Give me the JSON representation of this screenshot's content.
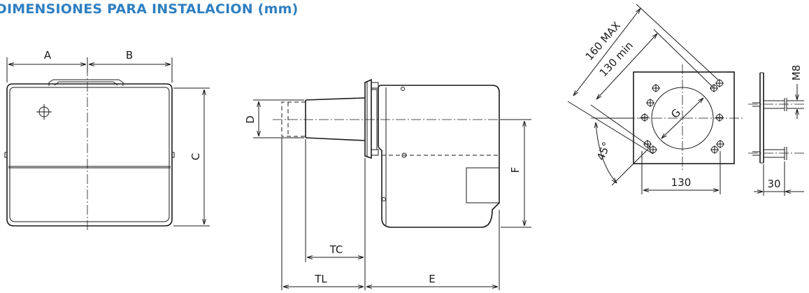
{
  "title": "DIMENSIONES PARA INSTALACION (mm)",
  "labels": {
    "a": "A",
    "b": "B",
    "c": "C",
    "d": "D",
    "e": "E",
    "f": "F",
    "g": "G",
    "tc": "TC",
    "tl": "TL",
    "max160": "160 MAX",
    "min130": "130 min",
    "angle45": "45°",
    "dim130": "130",
    "dim30": "30",
    "m8": "M8"
  }
}
